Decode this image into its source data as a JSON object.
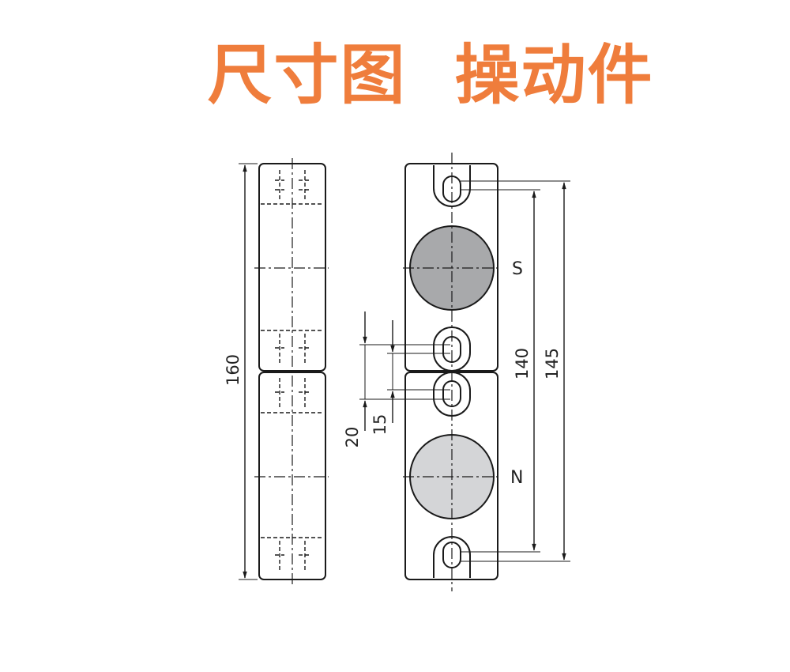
{
  "title": "尺寸图  操动件",
  "colors": {
    "title": "#ef7d3c",
    "line": "#1a1a1a",
    "magnet_s": "#a8a9ab",
    "magnet_n": "#d4d5d7"
  },
  "dimensions": {
    "total_length": "160",
    "hole_spacing_inner": "140",
    "hole_spacing_outer": "145",
    "center_gap_20": "20",
    "center_gap_15": "15"
  },
  "poles": {
    "south": "S",
    "north": "N"
  }
}
